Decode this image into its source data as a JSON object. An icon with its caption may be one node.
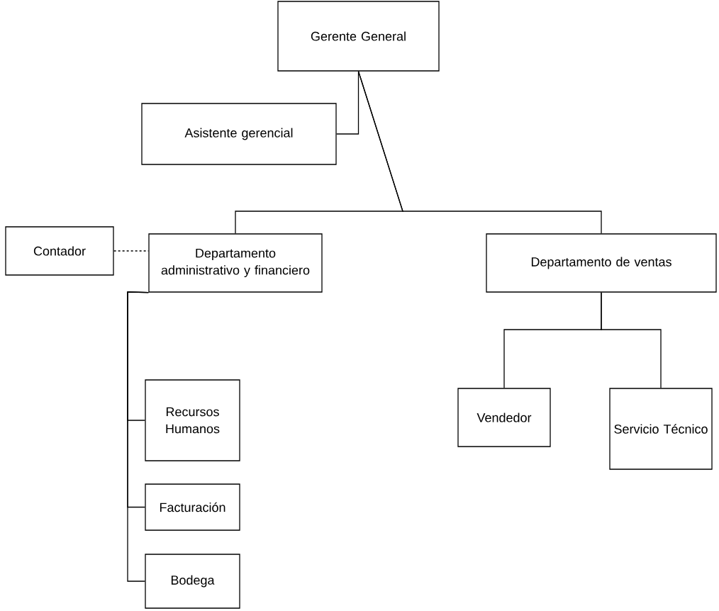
{
  "diagram": {
    "nodes": [
      {
        "text": [
          "Gerente General"
        ]
      },
      {
        "text": [
          "Asistente gerencial"
        ]
      },
      {
        "text": [
          "Contador"
        ]
      },
      {
        "text": [
          "Departamento administrativo y financiero"
        ]
      },
      {
        "text": [
          "Departamento de ventas"
        ]
      },
      {
        "text": [
          "Recursos Humanos"
        ]
      },
      {
        "text": [
          "Vendedor"
        ]
      },
      {
        "text": [
          "Servicio Técnico"
        ]
      },
      {
        "text": [
          "Facturación"
        ]
      },
      {
        "text": [
          "Bodega"
        ]
      }
    ],
    "edges": [
      {
        "from": 0,
        "to": 1,
        "arrow": "none"
      },
      {
        "from": 0,
        "to": 3,
        "arrow": "none"
      },
      {
        "from": 0,
        "to": 4,
        "arrow": "none"
      },
      {
        "from": 2,
        "to": 3,
        "arrow": "none",
        "style": "dashed"
      },
      {
        "from": 3,
        "to": 5,
        "arrow": "none"
      },
      {
        "from": 3,
        "to": 8,
        "arrow": "none"
      },
      {
        "from": 3,
        "to": 9,
        "arrow": "none"
      },
      {
        "from": 4,
        "to": 6,
        "arrow": "none"
      },
      {
        "from": 4,
        "to": 7,
        "arrow": "none"
      }
    ]
  }
}
